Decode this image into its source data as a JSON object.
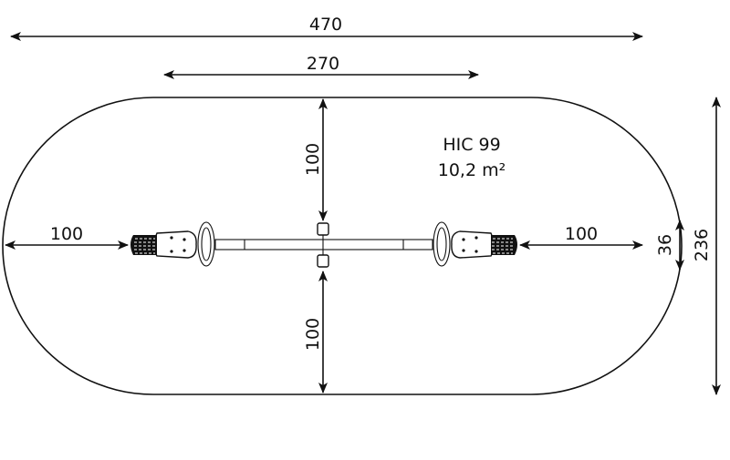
{
  "product": {
    "code": "HIC 99",
    "area": "10,2 m²"
  },
  "dimensions": {
    "total_length": "470",
    "equipment_length": "270",
    "left_clearance": "100",
    "right_clearance": "100",
    "top_clearance": "100",
    "bottom_clearance": "100",
    "equipment_width": "36",
    "total_width": "236"
  },
  "colors": {
    "ink": "#111111",
    "background": "#ffffff"
  }
}
